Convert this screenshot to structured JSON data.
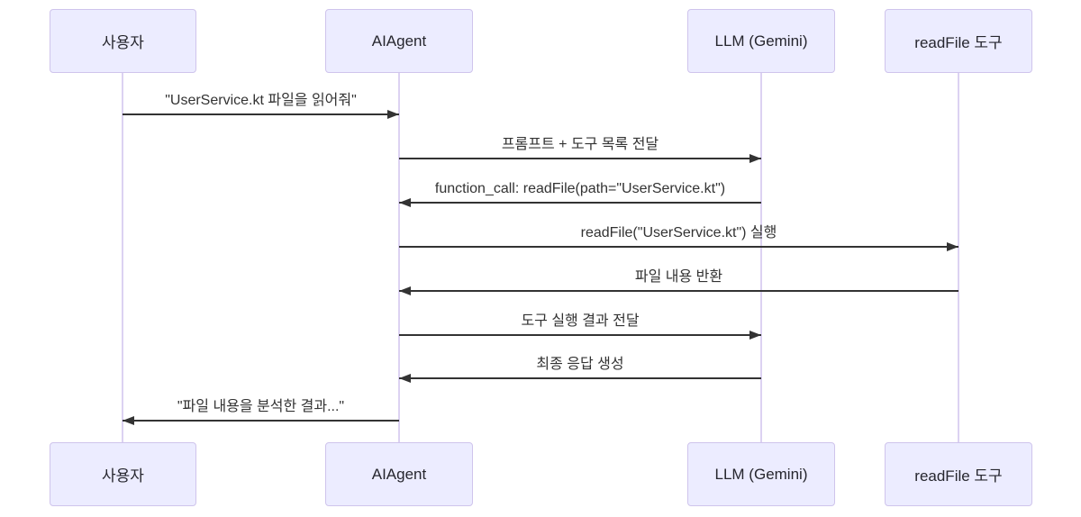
{
  "diagram": {
    "type": "sequence-diagram",
    "background": "#ffffff",
    "actor_fill": "#ececff",
    "actor_border": "#cfc4ec",
    "lifeline_color": "#dcd2f2",
    "arrow_color": "#333333",
    "text_color": "#333333"
  },
  "actors": [
    {
      "id": "user",
      "label": "사용자"
    },
    {
      "id": "agent",
      "label": "AIAgent"
    },
    {
      "id": "llm",
      "label": "LLM (Gemini)"
    },
    {
      "id": "tool",
      "label": "readFile 도구"
    }
  ],
  "messages": [
    {
      "from": "사용자",
      "to": "AIAgent",
      "direction": "right",
      "label": "\"UserService.kt 파일을 읽어줘\""
    },
    {
      "from": "AIAgent",
      "to": "LLM (Gemini)",
      "direction": "right",
      "label": "프롬프트 + 도구 목록 전달"
    },
    {
      "from": "LLM (Gemini)",
      "to": "AIAgent",
      "direction": "left",
      "label": "function_call: readFile(path=\"UserService.kt\")"
    },
    {
      "from": "AIAgent",
      "to": "readFile 도구",
      "direction": "right",
      "label": "readFile(\"UserService.kt\") 실행"
    },
    {
      "from": "readFile 도구",
      "to": "AIAgent",
      "direction": "left",
      "label": "파일 내용 반환"
    },
    {
      "from": "AIAgent",
      "to": "LLM (Gemini)",
      "direction": "right",
      "label": "도구 실행 결과 전달"
    },
    {
      "from": "LLM (Gemini)",
      "to": "AIAgent",
      "direction": "left",
      "label": "최종 응답 생성"
    },
    {
      "from": "AIAgent",
      "to": "사용자",
      "direction": "left",
      "label": "\"파일 내용을 분석한 결과...\""
    }
  ]
}
